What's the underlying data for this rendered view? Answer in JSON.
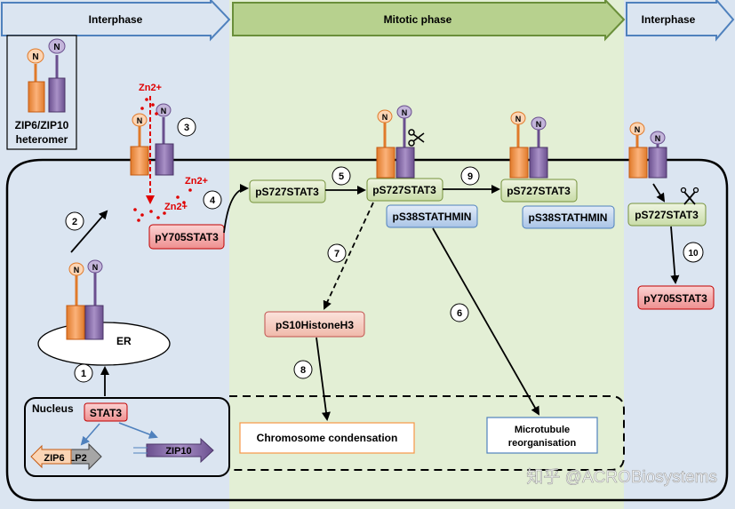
{
  "phases": {
    "interphase_left": "Interphase",
    "mitotic": "Mitotic phase",
    "interphase_right": "Interphase"
  },
  "legend": {
    "line1": "ZIP6/ZIP10",
    "line2": "heteromer"
  },
  "labels": {
    "n": "N",
    "zn2_a": "Zn2+",
    "zn2_b": "Zn2+",
    "zn2_c": "Zn2+",
    "py705_stat3_a": "pY705STAT3",
    "ps727_stat3_a": "pS727STAT3",
    "ps727_stat3_b": "pS727STAT3",
    "ps727_stat3_c": "pS727STAT3",
    "ps727_stat3_d": "pS727STAT3",
    "ps38_stathmin_a": "pS38STATHMIN",
    "ps38_stathmin_b": "pS38STATHMIN",
    "ps10_histone": "pS10HistoneH3",
    "py705_stat3_b": "pY705STAT3",
    "er": "ER",
    "nucleus": "Nucleus",
    "stat3": "STAT3",
    "zip6": "ZIP6",
    "elp2": "ELP2",
    "zip10": "ZIP10",
    "chromosome": "Chromosome condensation",
    "microtubule_1": "Microtubule",
    "microtubule_2": "reorganisation"
  },
  "steps": [
    "1",
    "2",
    "3",
    "4",
    "5",
    "6",
    "7",
    "8",
    "9",
    "10"
  ],
  "watermark": "知乎 @ACROBiosystems",
  "colors": {
    "interphase_bg": "#dbe5f1",
    "mitotic_bg": "#e3efd5",
    "zip6_orange": "#f79646",
    "zip10_purple": "#8064a2",
    "stat3_green": "#d7e4bc",
    "stathmin_blue": "#c5d9f1",
    "py_red": "#f2a7a7",
    "zn_red": "#e00000"
  }
}
